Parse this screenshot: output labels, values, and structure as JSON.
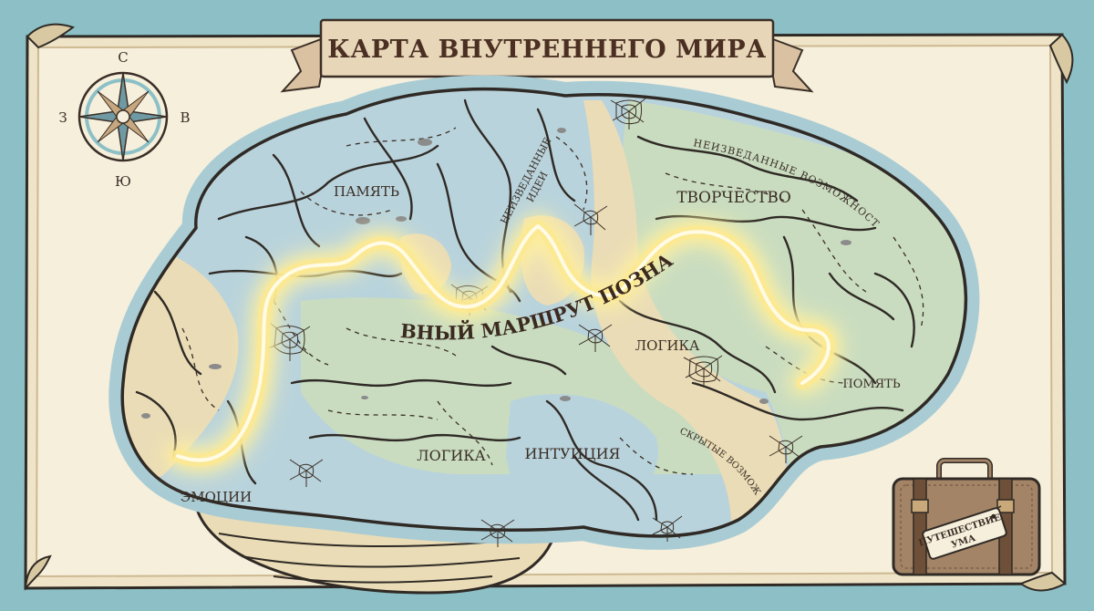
{
  "title": "КАРТА ВНУТРЕННЕГО МИРА",
  "compass": {
    "north": "С",
    "south": "Ю",
    "west": "З",
    "east": "В"
  },
  "route": {
    "label": "ГЛАВНЫЙ МАРШРУТ ПОЗНАНИЯ"
  },
  "regions": {
    "memory_top": "ПАМЯТЬ",
    "unexplored_ideas_line1": "НЕИЗВЕДАННЫЕ",
    "unexplored_ideas_line2": "ИДЕИ",
    "unexplored_possibilities": "НЕИЗВЕДАННЫЕ ВОЗМОЖНОСТИ",
    "creativity": "ТВОРЧЕСТВО",
    "logic_right": "ЛОГИКА",
    "memory_right": "ПОМЯТЬ",
    "hidden_possibilities": "СКРЫТЫЕ ВОЗМОЖНОСТИ",
    "intuition": "ИНТУИЦИЯ",
    "logic_bottom": "ЛОГИКА",
    "emotions": "ЭМОЦИИ"
  },
  "suitcase": {
    "tag_line1": "ПУТЕШЕСТВИЕ",
    "tag_line2": "УМА"
  },
  "colors": {
    "background": "#8cc0c6",
    "parchment": "#f6efdc",
    "parchment_edge": "#d9c9a3",
    "lobe_blue": "#b9d3dc",
    "lobe_green": "#c9dcc0",
    "lobe_sand": "#eadcb6",
    "outline": "#2f2a25",
    "route_glow": "#fff3a6",
    "suitcase": "#a48466"
  }
}
